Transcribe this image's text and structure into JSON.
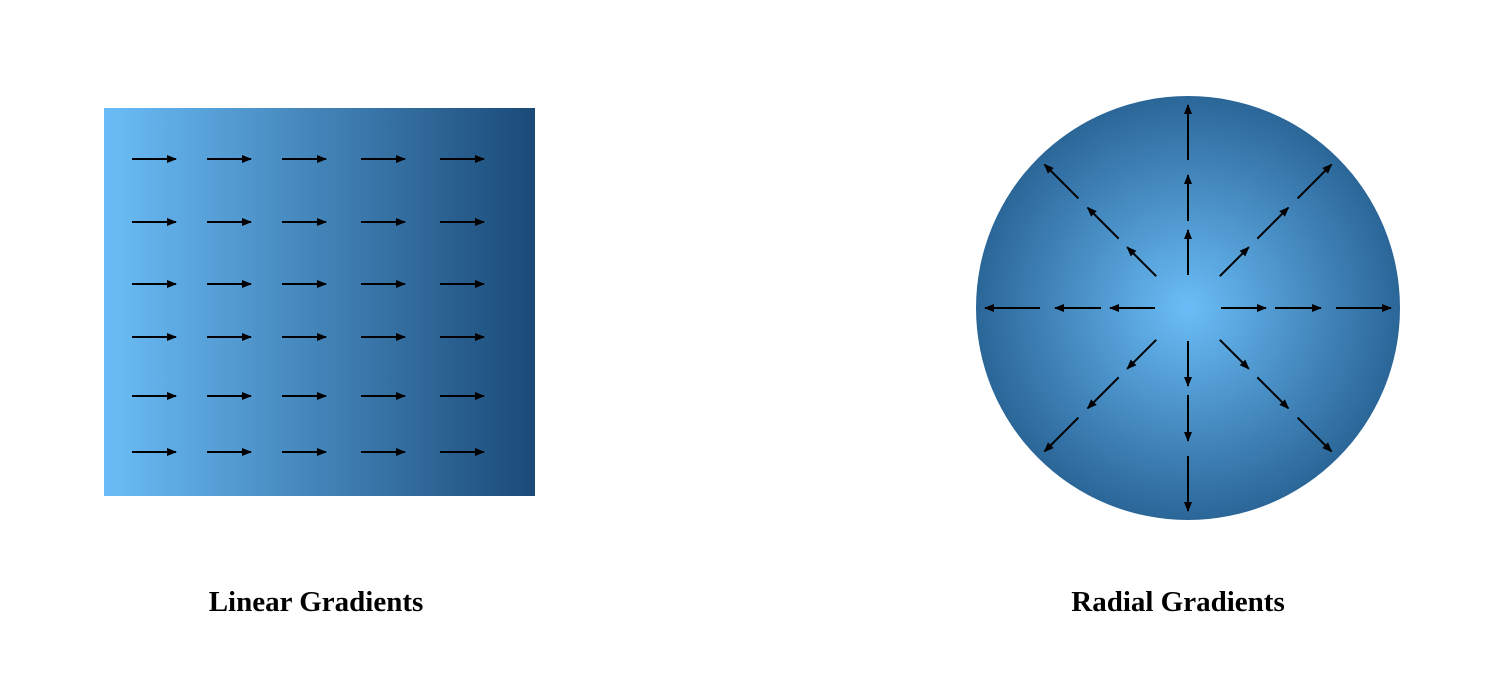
{
  "linear_panel": {
    "caption": "Linear Gradients",
    "gradient_colors": [
      "#6bbdf7",
      "#1a4a78"
    ],
    "arrow_direction": "right",
    "arrow_rows": 6,
    "arrow_columns": 5
  },
  "radial_panel": {
    "caption": "Radial Gradients",
    "gradient_colors": [
      "#6bbdf7",
      "#2b6698"
    ],
    "arrow_directions": 8,
    "arrows_per_direction": 3
  },
  "arrow_color": "#000000"
}
